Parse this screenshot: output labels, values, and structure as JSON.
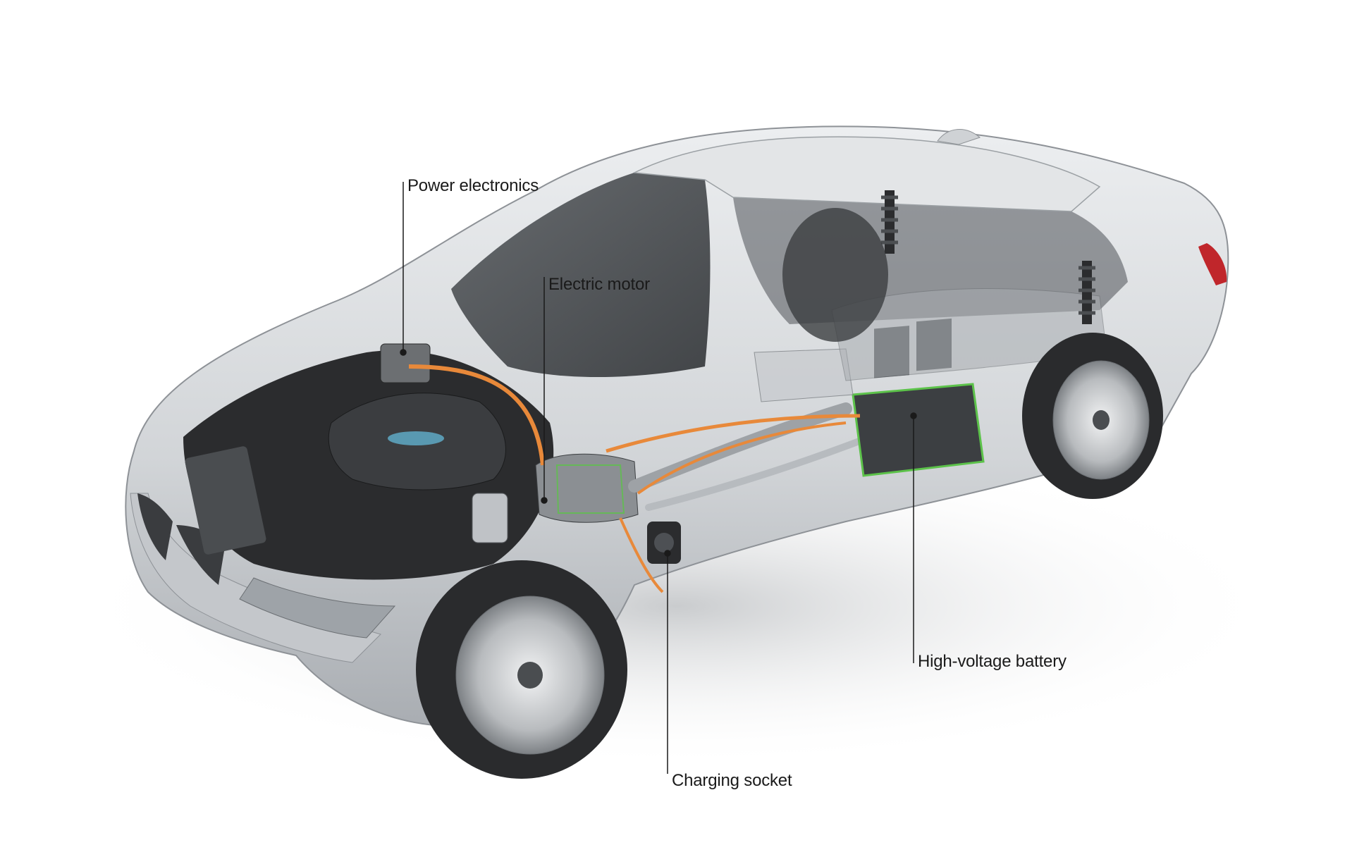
{
  "callouts": {
    "power_electronics": "Power electronics",
    "electric_motor": "Electric motor",
    "high_voltage_battery": "High-voltage battery",
    "charging_socket": "Charging socket"
  },
  "colors": {
    "background": "#ffffff",
    "car_body": "#d7d9dc",
    "car_shadow": "#b9bcc0",
    "glass": "#3a3d40",
    "hv_cable": "#e8893a",
    "battery_outline": "#5cc24a",
    "engine": "#2b2c2e",
    "leader_line": "#1a1a1a",
    "label_text": "#1a1a1a"
  }
}
